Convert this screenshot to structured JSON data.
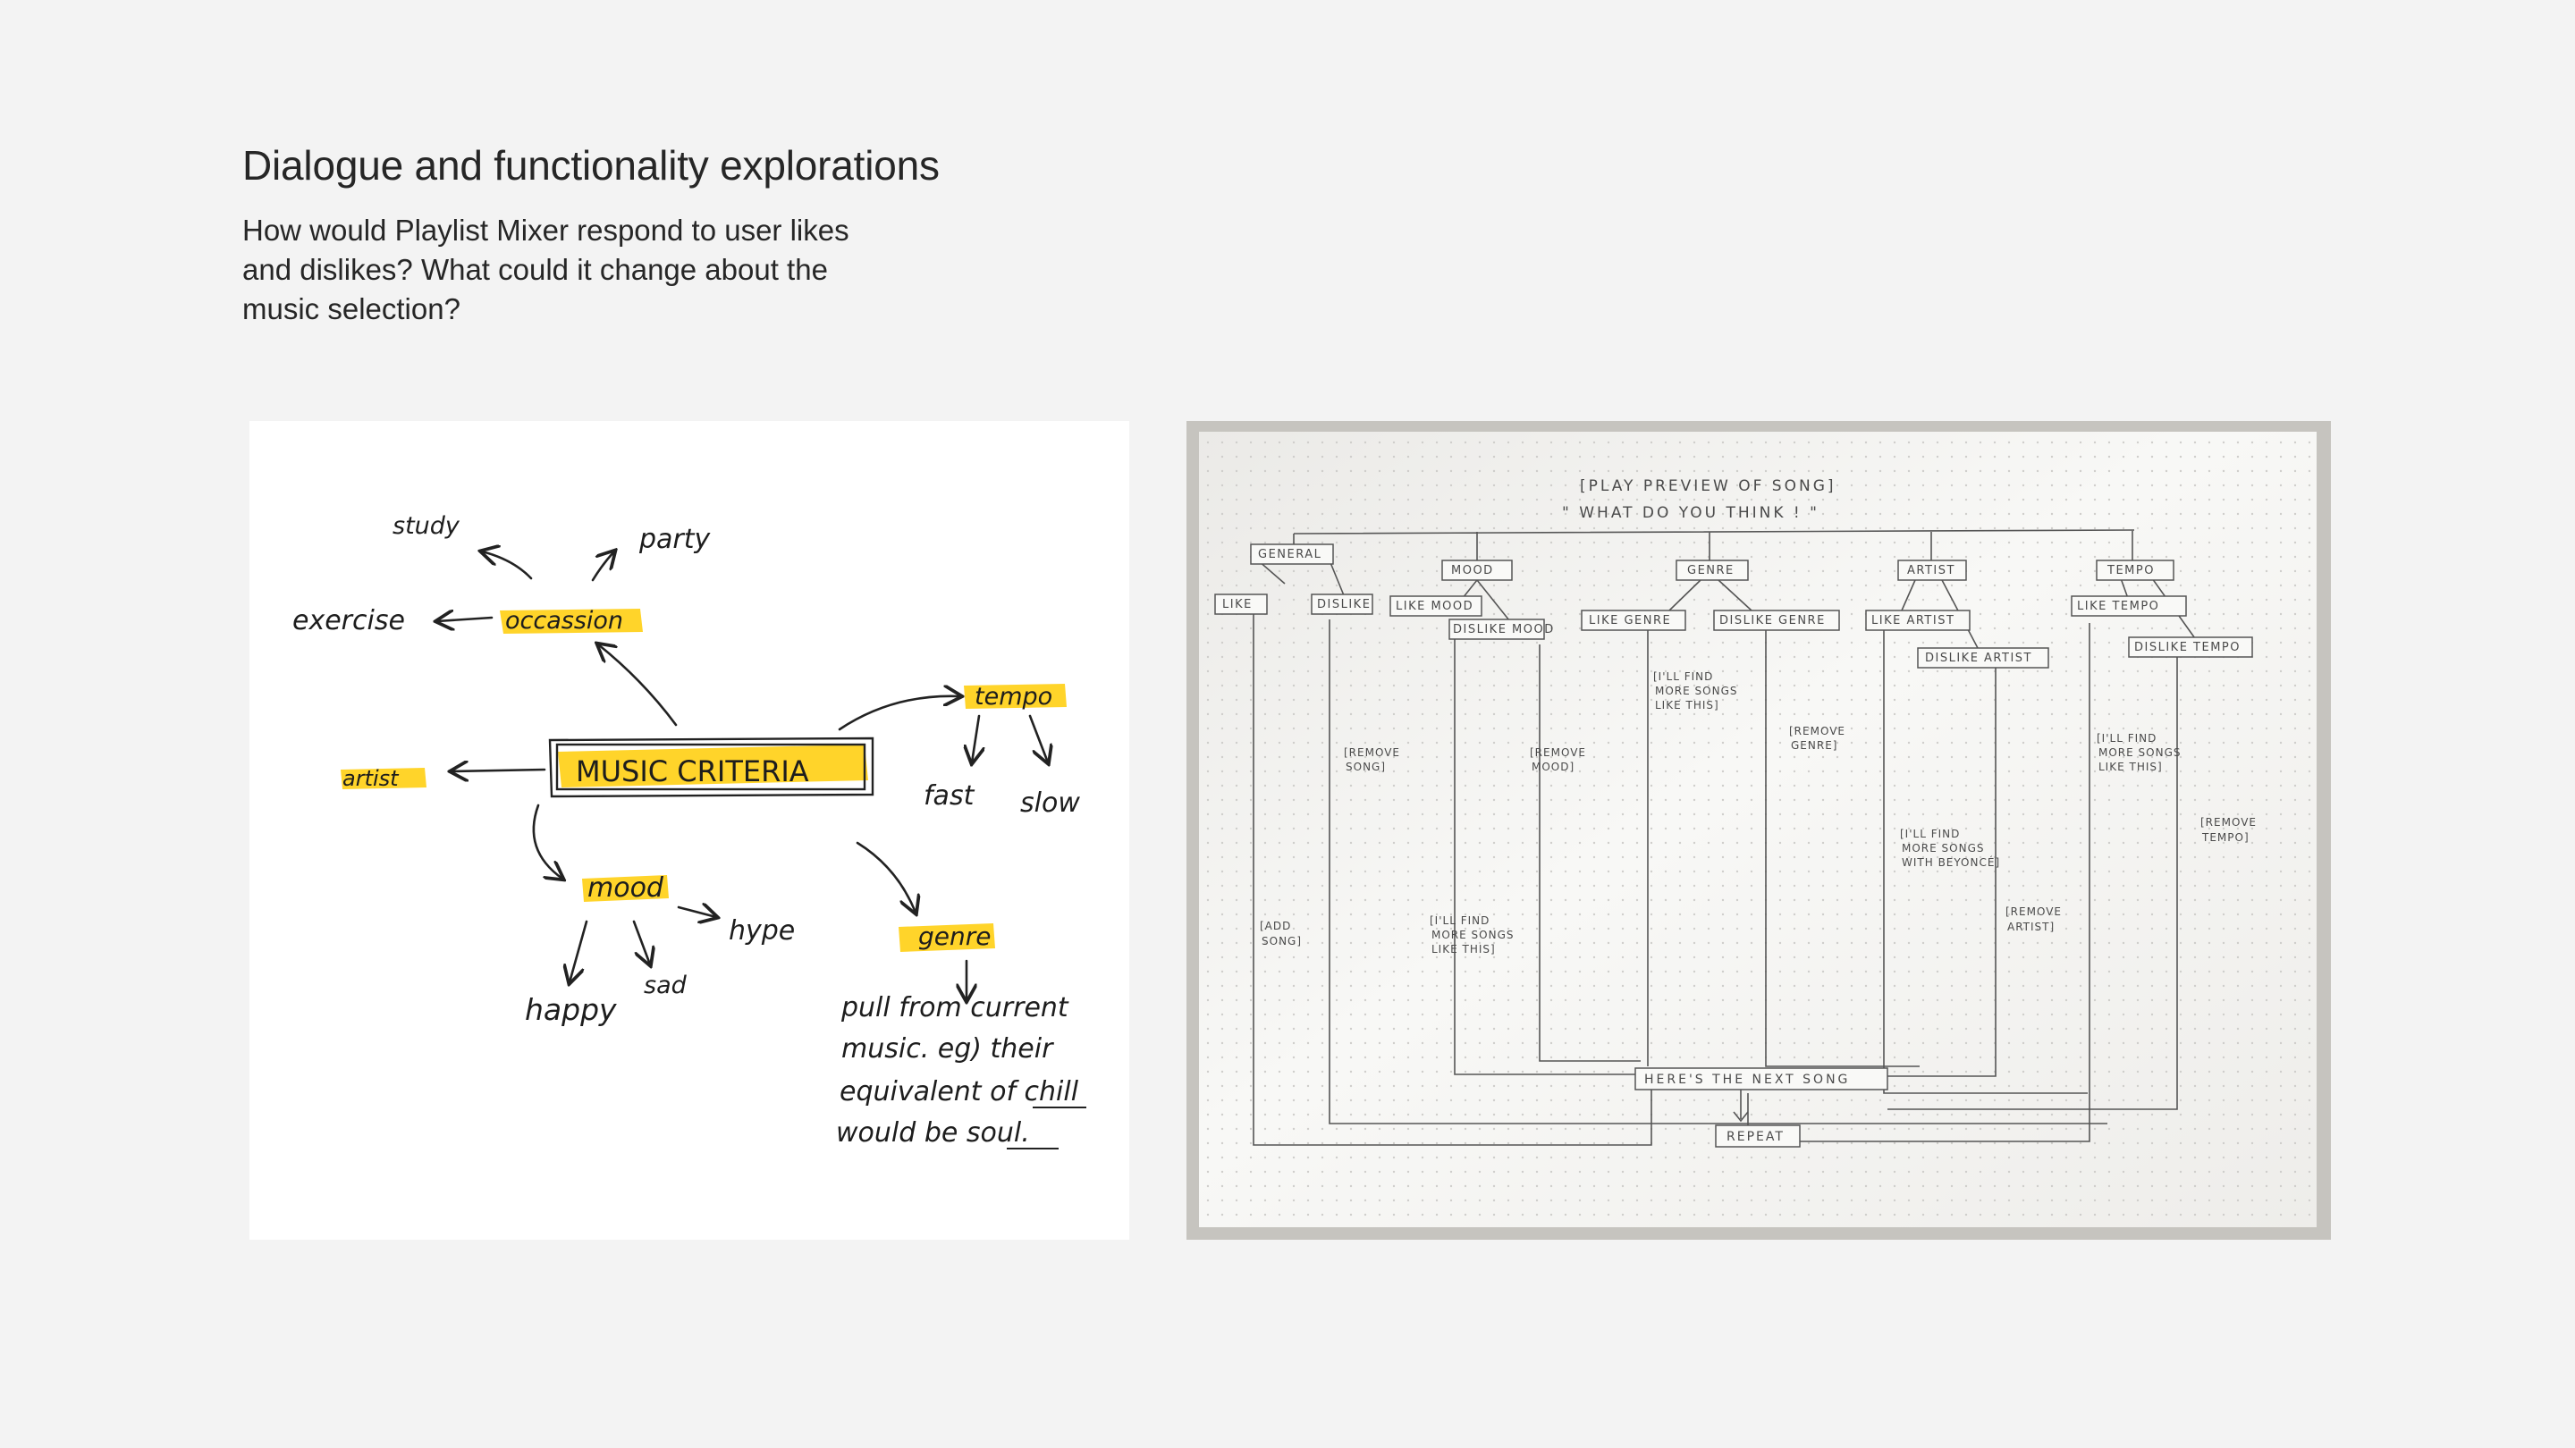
{
  "header": {
    "title": "Dialogue and functionality explorations",
    "subtitle": "How would Playlist Mixer respond to user likes and dislikes? What could it change about the music selection?"
  },
  "sketch": {
    "center": "MUSIC CRITERIA",
    "occasion": "occassion",
    "occasion_items": [
      "study",
      "party",
      "exercise"
    ],
    "artist": "artist",
    "tempo": "tempo",
    "tempo_items": [
      "fast",
      "slow"
    ],
    "mood": "mood",
    "mood_items": [
      "hype",
      "happy",
      "sad"
    ],
    "genre": "genre",
    "genre_note": [
      "pull from current",
      "music. eg) their",
      "equivalent of chill",
      "would be soul."
    ],
    "highlight_color": "#ffd21f"
  },
  "flowchart": {
    "top": [
      "[PLAY PREVIEW OF SONG]",
      "\" WHAT DO YOU THINK ! \""
    ],
    "columns": [
      {
        "name": "GENERAL",
        "like": "LIKE",
        "dislike": "DISLIKE",
        "like_note": [
          "[ADD",
          "SONG]"
        ],
        "dislike_note": [
          "[REMOVE",
          "SONG]"
        ]
      },
      {
        "name": "MOOD",
        "like": "LIKE MOOD",
        "dislike": "DISLIKE MOOD",
        "like_note": [
          "[I'LL FIND",
          "MORE SONGS",
          "LIKE THIS]"
        ],
        "dislike_note": [
          "[REMOVE",
          "MOOD]"
        ]
      },
      {
        "name": "GENRE",
        "like": "LIKE GENRE",
        "dislike": "DISLIKE GENRE",
        "like_note": [
          "[I'LL FIND",
          "MORE SONGS",
          "LIKE THIS]"
        ],
        "dislike_note": [
          "[REMOVE",
          "GENRE]"
        ]
      },
      {
        "name": "ARTIST",
        "like": "LIKE ARTIST",
        "dislike": "DISLIKE ARTIST",
        "like_note": [
          "[I'LL FIND",
          "MORE SONGS",
          "WITH BEYONCÉ]"
        ],
        "dislike_note": [
          "[REMOVE",
          "ARTIST]"
        ]
      },
      {
        "name": "TEMPO",
        "like": "LIKE TEMPO",
        "dislike": "DISLIKE TEMPO",
        "like_note": [
          "[I'LL FIND",
          "MORE SONGS",
          "LIKE THIS]"
        ],
        "dislike_note": [
          "[REMOVE",
          "TEMPO]"
        ]
      }
    ],
    "next": "HERE'S THE NEXT SONG",
    "repeat": "REPEAT"
  }
}
